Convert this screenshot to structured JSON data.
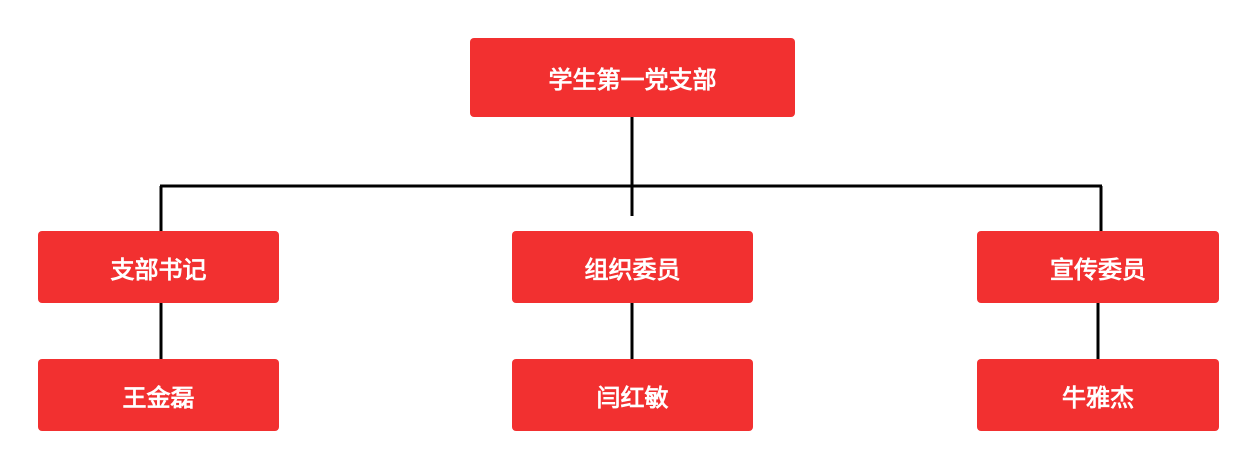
{
  "diagram": {
    "root": {
      "label": "学生第一党支部"
    },
    "roles": [
      {
        "label": "支部书记",
        "person": "王金磊"
      },
      {
        "label": "组织委员",
        "person": "闫红敏"
      },
      {
        "label": "宣传委员",
        "person": "牛雅杰"
      }
    ]
  },
  "colors": {
    "node_fill": "#f23030",
    "node_text": "#ffffff",
    "connector": "#000000"
  }
}
